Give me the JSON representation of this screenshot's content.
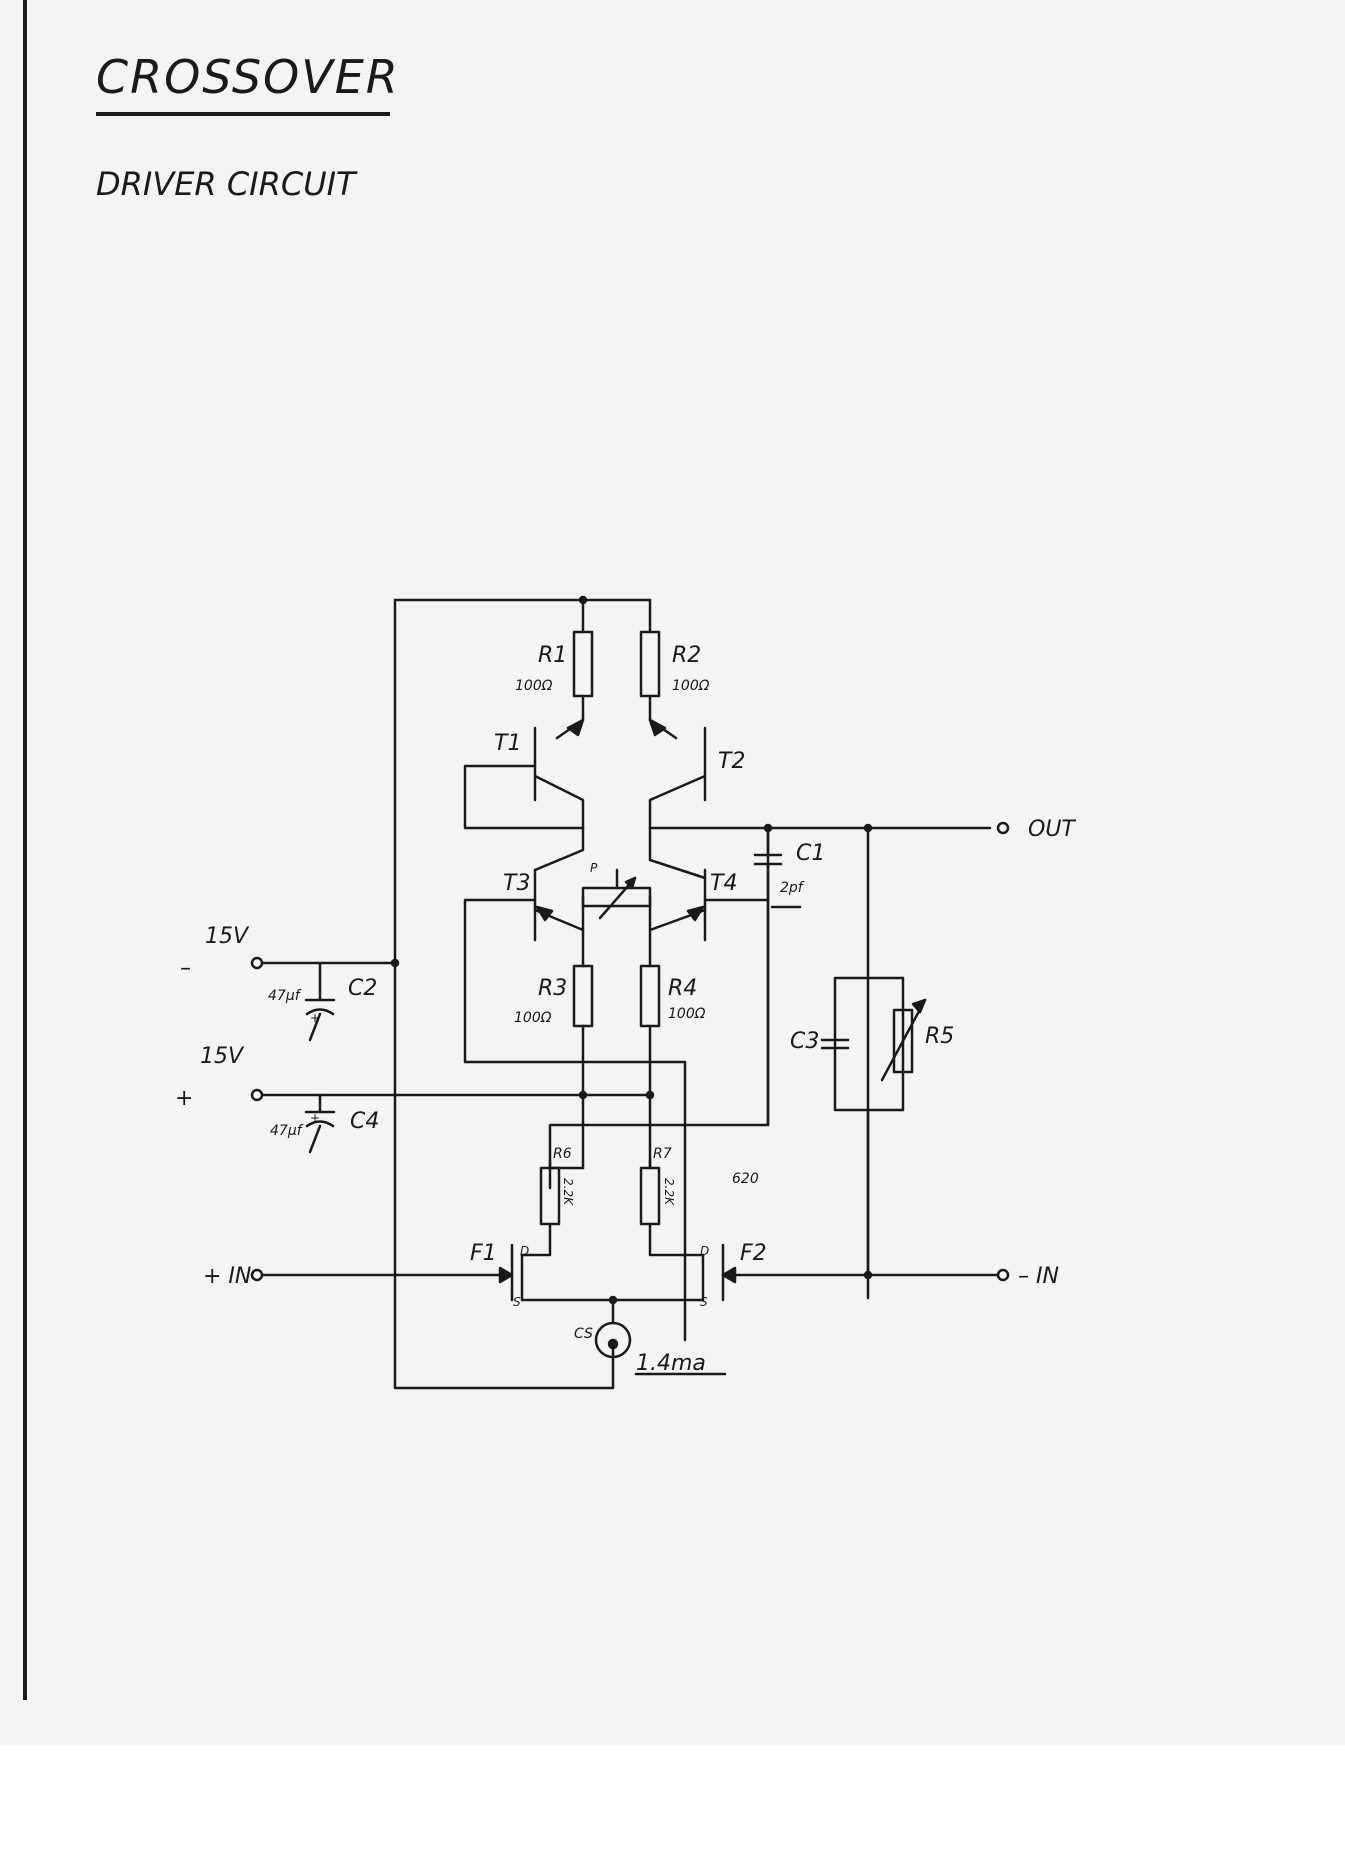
{
  "document": {
    "title": "CROSSOVER",
    "subtitle": "DRIVER CIRCUIT"
  },
  "components": {
    "r1": {
      "name": "R1",
      "value": "100Ω"
    },
    "r2": {
      "name": "R2",
      "value": "100Ω"
    },
    "r3": {
      "name": "R3",
      "value": "100Ω"
    },
    "r4": {
      "name": "R4",
      "value": "100Ω"
    },
    "r5": {
      "name": "R5"
    },
    "r6": {
      "name": "R6",
      "value": "2.2K"
    },
    "r7": {
      "name": "R7",
      "value": "2.2K"
    },
    "t1": {
      "name": "T1"
    },
    "t2": {
      "name": "T2"
    },
    "t3": {
      "name": "T3"
    },
    "t4": {
      "name": "T4"
    },
    "c1": {
      "name": "C1",
      "value": "2pf"
    },
    "c2": {
      "name": "C2",
      "value": "47μf"
    },
    "c3": {
      "name": "C3"
    },
    "c4": {
      "name": "C4",
      "value": "47μf"
    },
    "p": {
      "name": "P"
    },
    "f1": {
      "name": "F1"
    },
    "f2": {
      "name": "F2"
    },
    "cs": {
      "name": "CS",
      "value": "1.4ma"
    },
    "pins": {
      "drain": "D",
      "source": "S"
    },
    "note_620": "620",
    "plus_sign": "+"
  },
  "terminals": {
    "out": "OUT",
    "minus_in": "– IN",
    "plus_in": "+ IN",
    "supply_neg_value": "15V",
    "supply_neg_sign": "–",
    "supply_pos_value": "15V",
    "supply_pos_sign": "+"
  }
}
